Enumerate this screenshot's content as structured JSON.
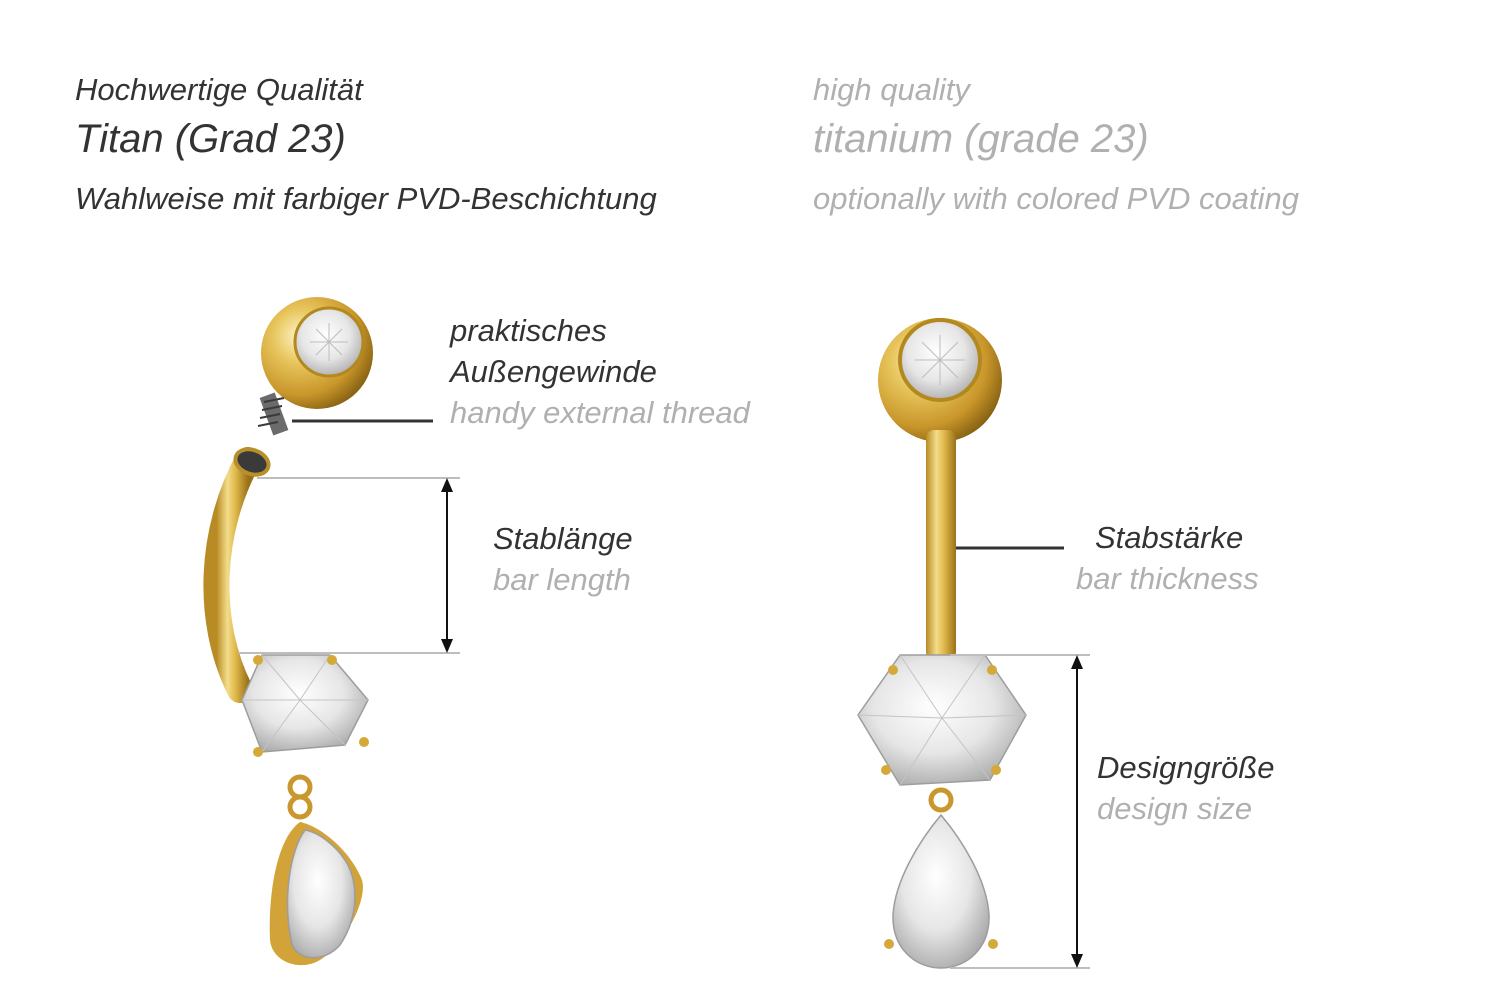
{
  "header": {
    "de": {
      "line1": "Hochwertige Qualität",
      "line2": "Titan (Grad 23)",
      "line3": "Wahlweise mit farbiger PVD-Beschichtung"
    },
    "en": {
      "line1": "high quality",
      "line2": "titanium (grade 23)",
      "line3": "optionally with colored PVD coating"
    }
  },
  "annotations": {
    "thread": {
      "de_line1": "praktisches",
      "de_line2": "Außengewinde",
      "en": "handy external thread"
    },
    "bar_length": {
      "de": "Stablänge",
      "en": "bar length"
    },
    "bar_thickness": {
      "de": "Stabstärke",
      "en": "bar thickness"
    },
    "design_size": {
      "de": "Designgröße",
      "en": "design size"
    }
  },
  "colors": {
    "german_text": "#333333",
    "english_text": "#b0b0b0",
    "gold": "#d8b146",
    "leader_line": "#333333",
    "guide_line": "#bdbdbd"
  }
}
